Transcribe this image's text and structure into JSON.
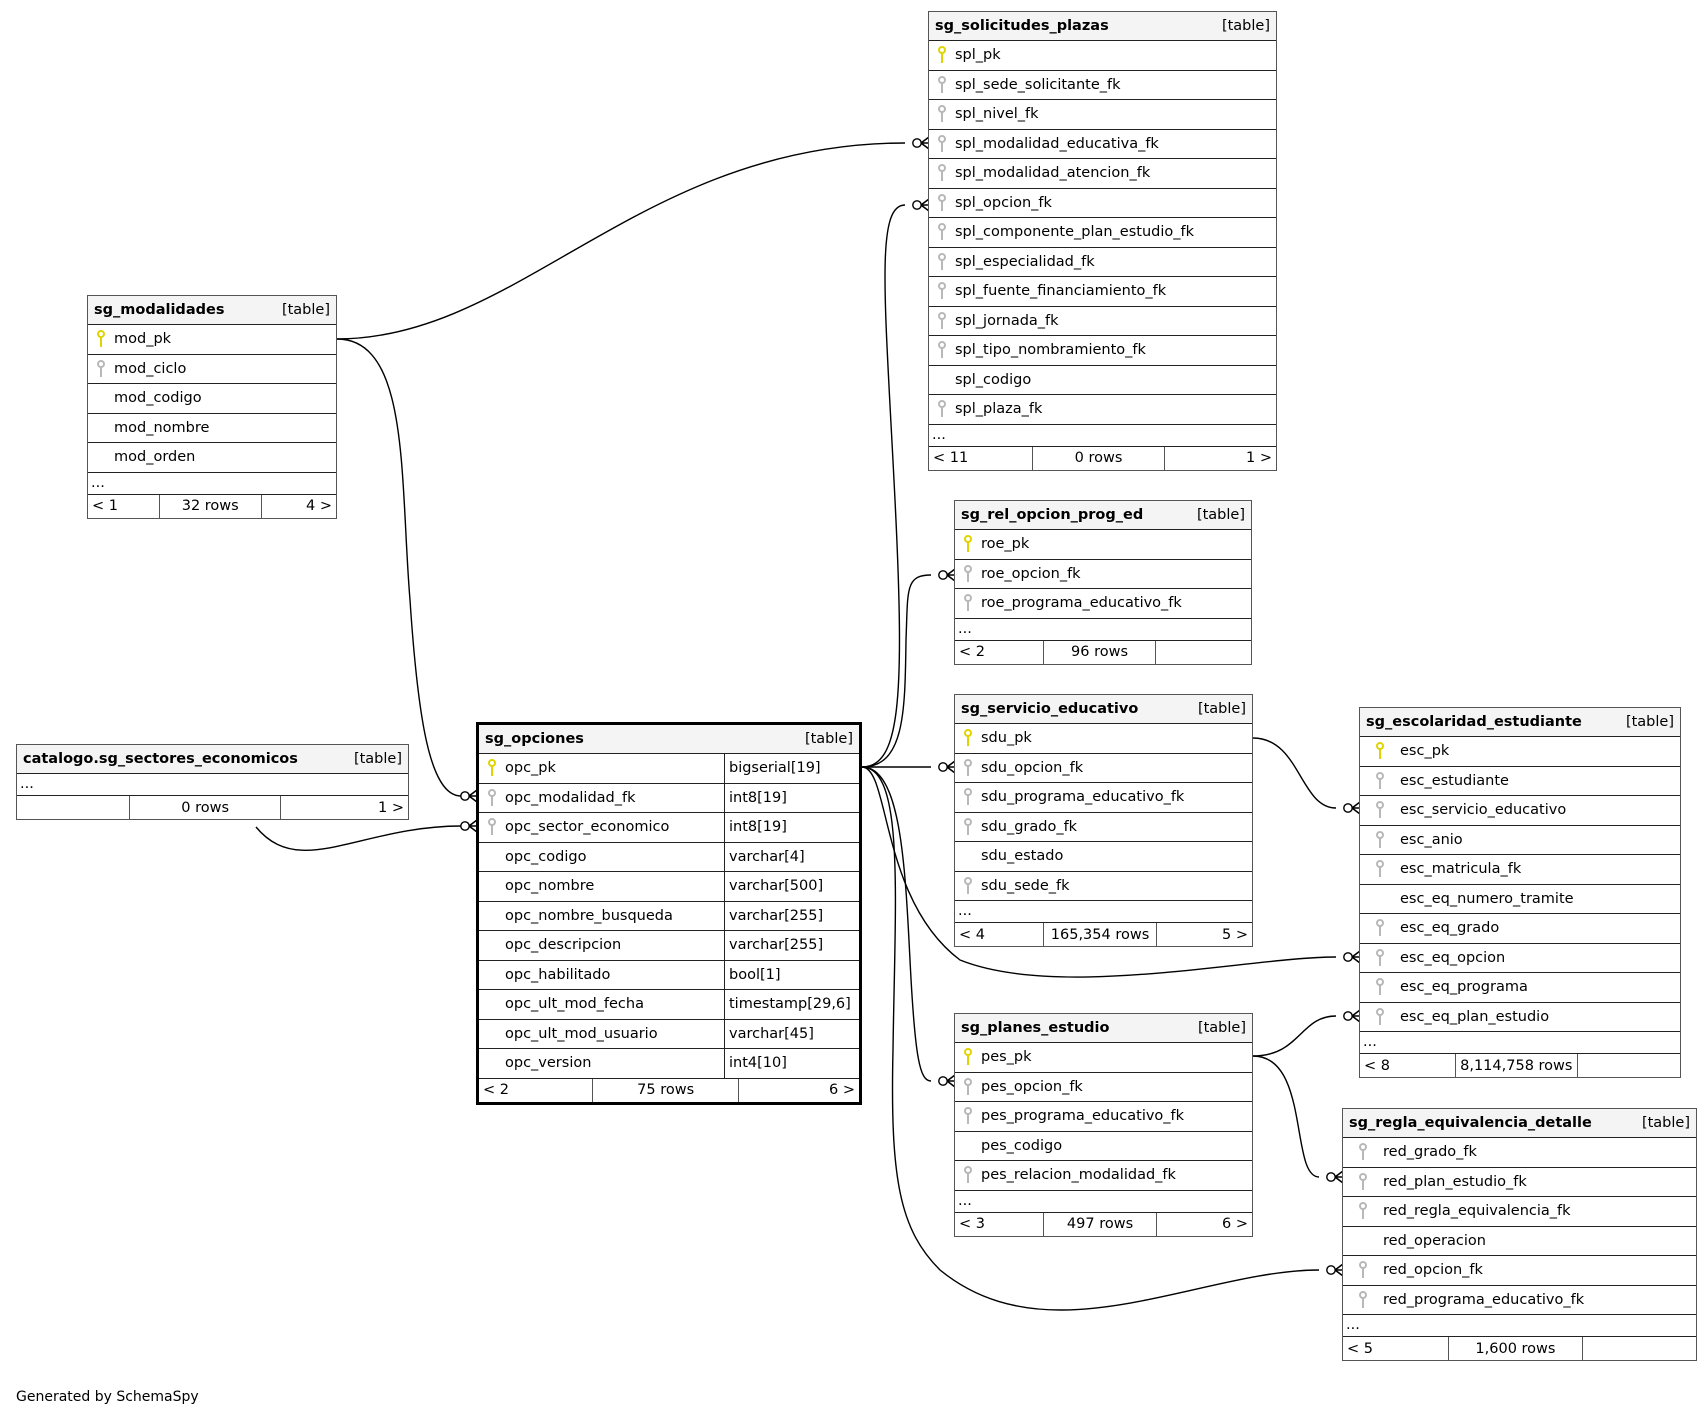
{
  "diagram": {
    "footer": "Generated by SchemaSpy",
    "type_label": "[table]",
    "colors": {
      "pk_key": "#e0d400",
      "fk_key": "#b8b8b8",
      "header_bg": "#f4f4f4",
      "line": "#000000"
    }
  },
  "tables": {
    "solicitudes": {
      "name": "sg_solicitudes_plazas",
      "type": "[table]",
      "columns": [
        {
          "name": "spl_pk",
          "key": "pk"
        },
        {
          "name": "spl_sede_solicitante_fk",
          "key": "fk"
        },
        {
          "name": "spl_nivel_fk",
          "key": "fk"
        },
        {
          "name": "spl_modalidad_educativa_fk",
          "key": "fk"
        },
        {
          "name": "spl_modalidad_atencion_fk",
          "key": "fk"
        },
        {
          "name": "spl_opcion_fk",
          "key": "fk"
        },
        {
          "name": "spl_componente_plan_estudio_fk",
          "key": "fk"
        },
        {
          "name": "spl_especialidad_fk",
          "key": "fk"
        },
        {
          "name": "spl_fuente_financiamiento_fk",
          "key": "fk"
        },
        {
          "name": "spl_jornada_fk",
          "key": "fk"
        },
        {
          "name": "spl_tipo_nombramiento_fk",
          "key": "fk"
        },
        {
          "name": "spl_codigo",
          "key": ""
        },
        {
          "name": "spl_plaza_fk",
          "key": "fk"
        }
      ],
      "more": "...",
      "footer": {
        "left": "< 11",
        "center": "0 rows",
        "right": "1 >"
      }
    },
    "modalidades": {
      "name": "sg_modalidades",
      "type": "[table]",
      "columns": [
        {
          "name": "mod_pk",
          "key": "pk"
        },
        {
          "name": "mod_ciclo",
          "key": "fk"
        },
        {
          "name": "mod_codigo",
          "key": ""
        },
        {
          "name": "mod_nombre",
          "key": ""
        },
        {
          "name": "mod_orden",
          "key": ""
        }
      ],
      "more": "...",
      "footer": {
        "left": "< 1",
        "center": "32 rows",
        "right": "4 >"
      }
    },
    "sectores": {
      "name": "catalogo.sg_sectores_economicos",
      "type": "[table]",
      "columns": [],
      "more": "...",
      "footer": {
        "left": "",
        "center": "0 rows",
        "right": "1 >"
      }
    },
    "opciones": {
      "name": "sg_opciones",
      "type": "[table]",
      "columns": [
        {
          "name": "opc_pk",
          "key": "pk",
          "type": "bigserial[19]"
        },
        {
          "name": "opc_modalidad_fk",
          "key": "fk",
          "type": "int8[19]"
        },
        {
          "name": "opc_sector_economico",
          "key": "fk",
          "type": "int8[19]"
        },
        {
          "name": "opc_codigo",
          "key": "",
          "type": "varchar[4]"
        },
        {
          "name": "opc_nombre",
          "key": "",
          "type": "varchar[500]"
        },
        {
          "name": "opc_nombre_busqueda",
          "key": "",
          "type": "varchar[255]"
        },
        {
          "name": "opc_descripcion",
          "key": "",
          "type": "varchar[255]"
        },
        {
          "name": "opc_habilitado",
          "key": "",
          "type": "bool[1]"
        },
        {
          "name": "opc_ult_mod_fecha",
          "key": "",
          "type": "timestamp[29,6]"
        },
        {
          "name": "opc_ult_mod_usuario",
          "key": "",
          "type": "varchar[45]"
        },
        {
          "name": "opc_version",
          "key": "",
          "type": "int4[10]"
        }
      ],
      "footer": {
        "left": "< 2",
        "center": "75 rows",
        "right": "6 >"
      }
    },
    "rel_opcion": {
      "name": "sg_rel_opcion_prog_ed",
      "type": "[table]",
      "columns": [
        {
          "name": "roe_pk",
          "key": "pk"
        },
        {
          "name": "roe_opcion_fk",
          "key": "fk"
        },
        {
          "name": "roe_programa_educativo_fk",
          "key": "fk"
        }
      ],
      "more": "...",
      "footer": {
        "left": "< 2",
        "center": "96 rows",
        "right": ""
      }
    },
    "servicio": {
      "name": "sg_servicio_educativo",
      "type": "[table]",
      "columns": [
        {
          "name": "sdu_pk",
          "key": "pk"
        },
        {
          "name": "sdu_opcion_fk",
          "key": "fk"
        },
        {
          "name": "sdu_programa_educativo_fk",
          "key": "fk"
        },
        {
          "name": "sdu_grado_fk",
          "key": "fk"
        },
        {
          "name": "sdu_estado",
          "key": ""
        },
        {
          "name": "sdu_sede_fk",
          "key": "fk"
        }
      ],
      "more": "...",
      "footer": {
        "left": "< 4",
        "center": "165,354 rows",
        "right": "5 >"
      }
    },
    "planes": {
      "name": "sg_planes_estudio",
      "type": "[table]",
      "columns": [
        {
          "name": "pes_pk",
          "key": "pk"
        },
        {
          "name": "pes_opcion_fk",
          "key": "fk"
        },
        {
          "name": "pes_programa_educativo_fk",
          "key": "fk"
        },
        {
          "name": "pes_codigo",
          "key": ""
        },
        {
          "name": "pes_relacion_modalidad_fk",
          "key": "fk"
        }
      ],
      "more": "...",
      "footer": {
        "left": "< 3",
        "center": "497 rows",
        "right": "6 >"
      }
    },
    "escolaridad": {
      "name": "sg_escolaridad_estudiante",
      "type": "[table]",
      "columns": [
        {
          "name": "esc_pk",
          "key": "pk"
        },
        {
          "name": "esc_estudiante",
          "key": "fk"
        },
        {
          "name": "esc_servicio_educativo",
          "key": "fk"
        },
        {
          "name": "esc_anio",
          "key": "fk"
        },
        {
          "name": "esc_matricula_fk",
          "key": "fk"
        },
        {
          "name": "esc_eq_numero_tramite",
          "key": ""
        },
        {
          "name": "esc_eq_grado",
          "key": "fk"
        },
        {
          "name": "esc_eq_opcion",
          "key": "fk"
        },
        {
          "name": "esc_eq_programa",
          "key": "fk"
        },
        {
          "name": "esc_eq_plan_estudio",
          "key": "fk"
        }
      ],
      "more": "...",
      "footer": {
        "left": "< 8",
        "center": "8,114,758 rows",
        "right": ""
      }
    },
    "regla": {
      "name": "sg_regla_equivalencia_detalle",
      "type": "[table]",
      "columns": [
        {
          "name": "red_grado_fk",
          "key": "fk"
        },
        {
          "name": "red_plan_estudio_fk",
          "key": "fk"
        },
        {
          "name": "red_regla_equivalencia_fk",
          "key": "fk"
        },
        {
          "name": "red_operacion",
          "key": ""
        },
        {
          "name": "red_opcion_fk",
          "key": "fk"
        },
        {
          "name": "red_programa_educativo_fk",
          "key": "fk"
        }
      ],
      "more": "...",
      "footer": {
        "left": "< 5",
        "center": "1,600 rows",
        "right": ""
      }
    }
  },
  "relationships": [
    {
      "from": "sg_modalidades.mod_pk",
      "to": "sg_solicitudes_plazas.spl_modalidad_educativa_fk"
    },
    {
      "from": "sg_modalidades.mod_pk",
      "to": "sg_opciones.opc_modalidad_fk"
    },
    {
      "from": "catalogo.sg_sectores_economicos",
      "to": "sg_opciones.opc_sector_economico"
    },
    {
      "from": "sg_opciones.opc_pk",
      "to": "sg_solicitudes_plazas.spl_opcion_fk"
    },
    {
      "from": "sg_opciones.opc_pk",
      "to": "sg_rel_opcion_prog_ed.roe_opcion_fk"
    },
    {
      "from": "sg_opciones.opc_pk",
      "to": "sg_servicio_educativo.sdu_opcion_fk"
    },
    {
      "from": "sg_opciones.opc_pk",
      "to": "sg_planes_estudio.pes_opcion_fk"
    },
    {
      "from": "sg_opciones.opc_pk",
      "to": "sg_escolaridad_estudiante.esc_eq_opcion"
    },
    {
      "from": "sg_opciones.opc_pk",
      "to": "sg_regla_equivalencia_detalle.red_opcion_fk"
    },
    {
      "from": "sg_servicio_educativo.sdu_pk",
      "to": "sg_escolaridad_estudiante.esc_servicio_educativo"
    },
    {
      "from": "sg_planes_estudio.pes_pk",
      "to": "sg_escolaridad_estudiante.esc_eq_plan_estudio"
    },
    {
      "from": "sg_planes_estudio.pes_pk",
      "to": "sg_regla_equivalencia_detalle.red_plan_estudio_fk"
    }
  ]
}
